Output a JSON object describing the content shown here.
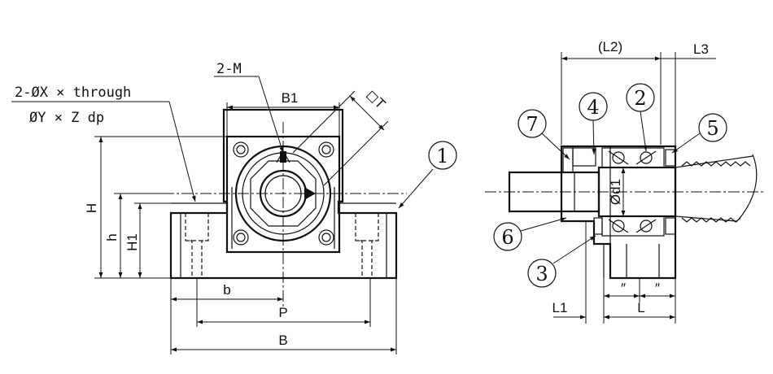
{
  "labels": {
    "hole_spec_1": "2-ØX × through",
    "hole_spec_2": "ØY × Z dp",
    "tap_spec": "2-M",
    "dim_B1": "B1",
    "dim_T": "◻T",
    "dim_H": "H",
    "dim_h": "h",
    "dim_H1": "H1",
    "dim_b": "b",
    "dim_P": "P",
    "dim_B": "B",
    "dim_L2": "(L2)",
    "dim_L3": "L3",
    "dim_d1": "Ød1",
    "dim_L1": "L1",
    "dim_L": "L",
    "quote_marks": "″"
  },
  "balloons": {
    "b1": "1",
    "b2": "2",
    "b3": "3",
    "b4": "4",
    "b5": "5",
    "b6": "6",
    "b7": "7"
  }
}
